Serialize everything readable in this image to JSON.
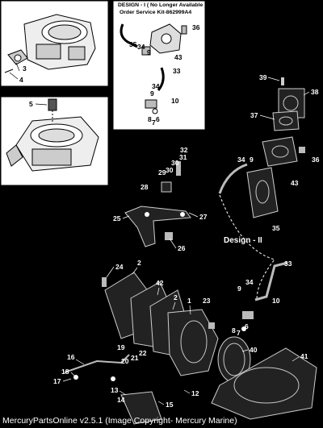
{
  "panels": {
    "design_one": {
      "title": "DESIGN - I  ( No Longer Available )",
      "kit_label": "Order Service Kit-862999A4"
    }
  },
  "design_two_label": "Design - II",
  "callouts": {
    "p1": "1",
    "p2a": "2",
    "p2b": "2",
    "p3": "3",
    "p4": "4",
    "p5": "5",
    "p6": "6",
    "p7": "7",
    "p8": "8",
    "p9": "9",
    "p10": "10",
    "p12": "12",
    "p13": "13",
    "p14": "14",
    "p15": "15",
    "p16": "16",
    "p17": "17",
    "p18": "18",
    "p19": "19",
    "p20": "20",
    "p21": "21",
    "p22": "22",
    "p23": "23",
    "p24": "24",
    "p25": "25",
    "p26": "26",
    "p27": "27",
    "p28": "28",
    "p29": "29",
    "p30": "30",
    "p31": "31",
    "p32": "32",
    "p33": "33",
    "p34": "34",
    "p35": "35",
    "p36": "36",
    "p37": "37",
    "p38": "38",
    "p39": "39",
    "p40": "40",
    "p41": "41",
    "p42": "42",
    "p43": "43",
    "d1_6": "6",
    "d1_7": "7",
    "d1_8": "8",
    "d1_9": "9",
    "d1_10": "10",
    "d1_33": "33",
    "d1_34": "34",
    "d1_35": "35",
    "d1_36": "36",
    "d1_43": "43"
  },
  "footer": "MercuryPartsOnline v2.5.1 (Image Copyright- Mercury Marine)"
}
